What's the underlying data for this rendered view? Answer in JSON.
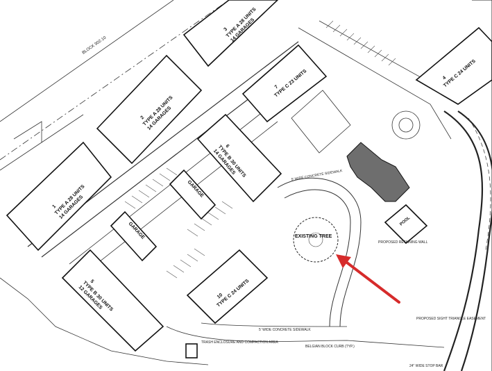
{
  "block_label": "BLOCK 902.10",
  "buildings": [
    {
      "id": "1",
      "type": "TYPE A 28 UNITS",
      "garages": "14 GARAGES"
    },
    {
      "id": "2",
      "type": "TYPE A 28 UNITS",
      "garages": "14 GARAGES"
    },
    {
      "id": "3",
      "type": "TYPE A 28 UNITS",
      "garages": "14 GARAGES"
    },
    {
      "id": "4",
      "type": "TYPE C 24 UNITS",
      "garages": ""
    },
    {
      "id": "5",
      "type": "TYPE B 30 UNITS",
      "garages": "12 GARAGES"
    },
    {
      "id": "6",
      "type": "TYPE B 30 UNITS",
      "garages": "14 GARAGES"
    },
    {
      "id": "7",
      "type": "TYPE C 23 UNITS",
      "garages": ""
    },
    {
      "id": "10",
      "type": "TYPE C 24 UNITS",
      "garages": ""
    }
  ],
  "garage_label": "GARAGE",
  "pool_label": "POOL",
  "existing_tree_label": "EXISTING TREE",
  "sidewalk_label": "5' WIDE CONCRETE SIDEWALK",
  "retaining_wall_label": "PROPOSED RETAINING WALL",
  "trash_label": "TRASH ENCLOSURE AND COMPACTION AREA",
  "curb_label": "BELGIAN BLOCK CURB (TYP.)",
  "stop_bar_label": "24\" WIDE STOP BAR",
  "sight_easement_label": "PROPOSED SIGHT TRIANGLE EASEMENT",
  "colors": {
    "arrow": "#d62b2b",
    "clubhouse": "#6e6e6e",
    "ink": "#111111"
  }
}
